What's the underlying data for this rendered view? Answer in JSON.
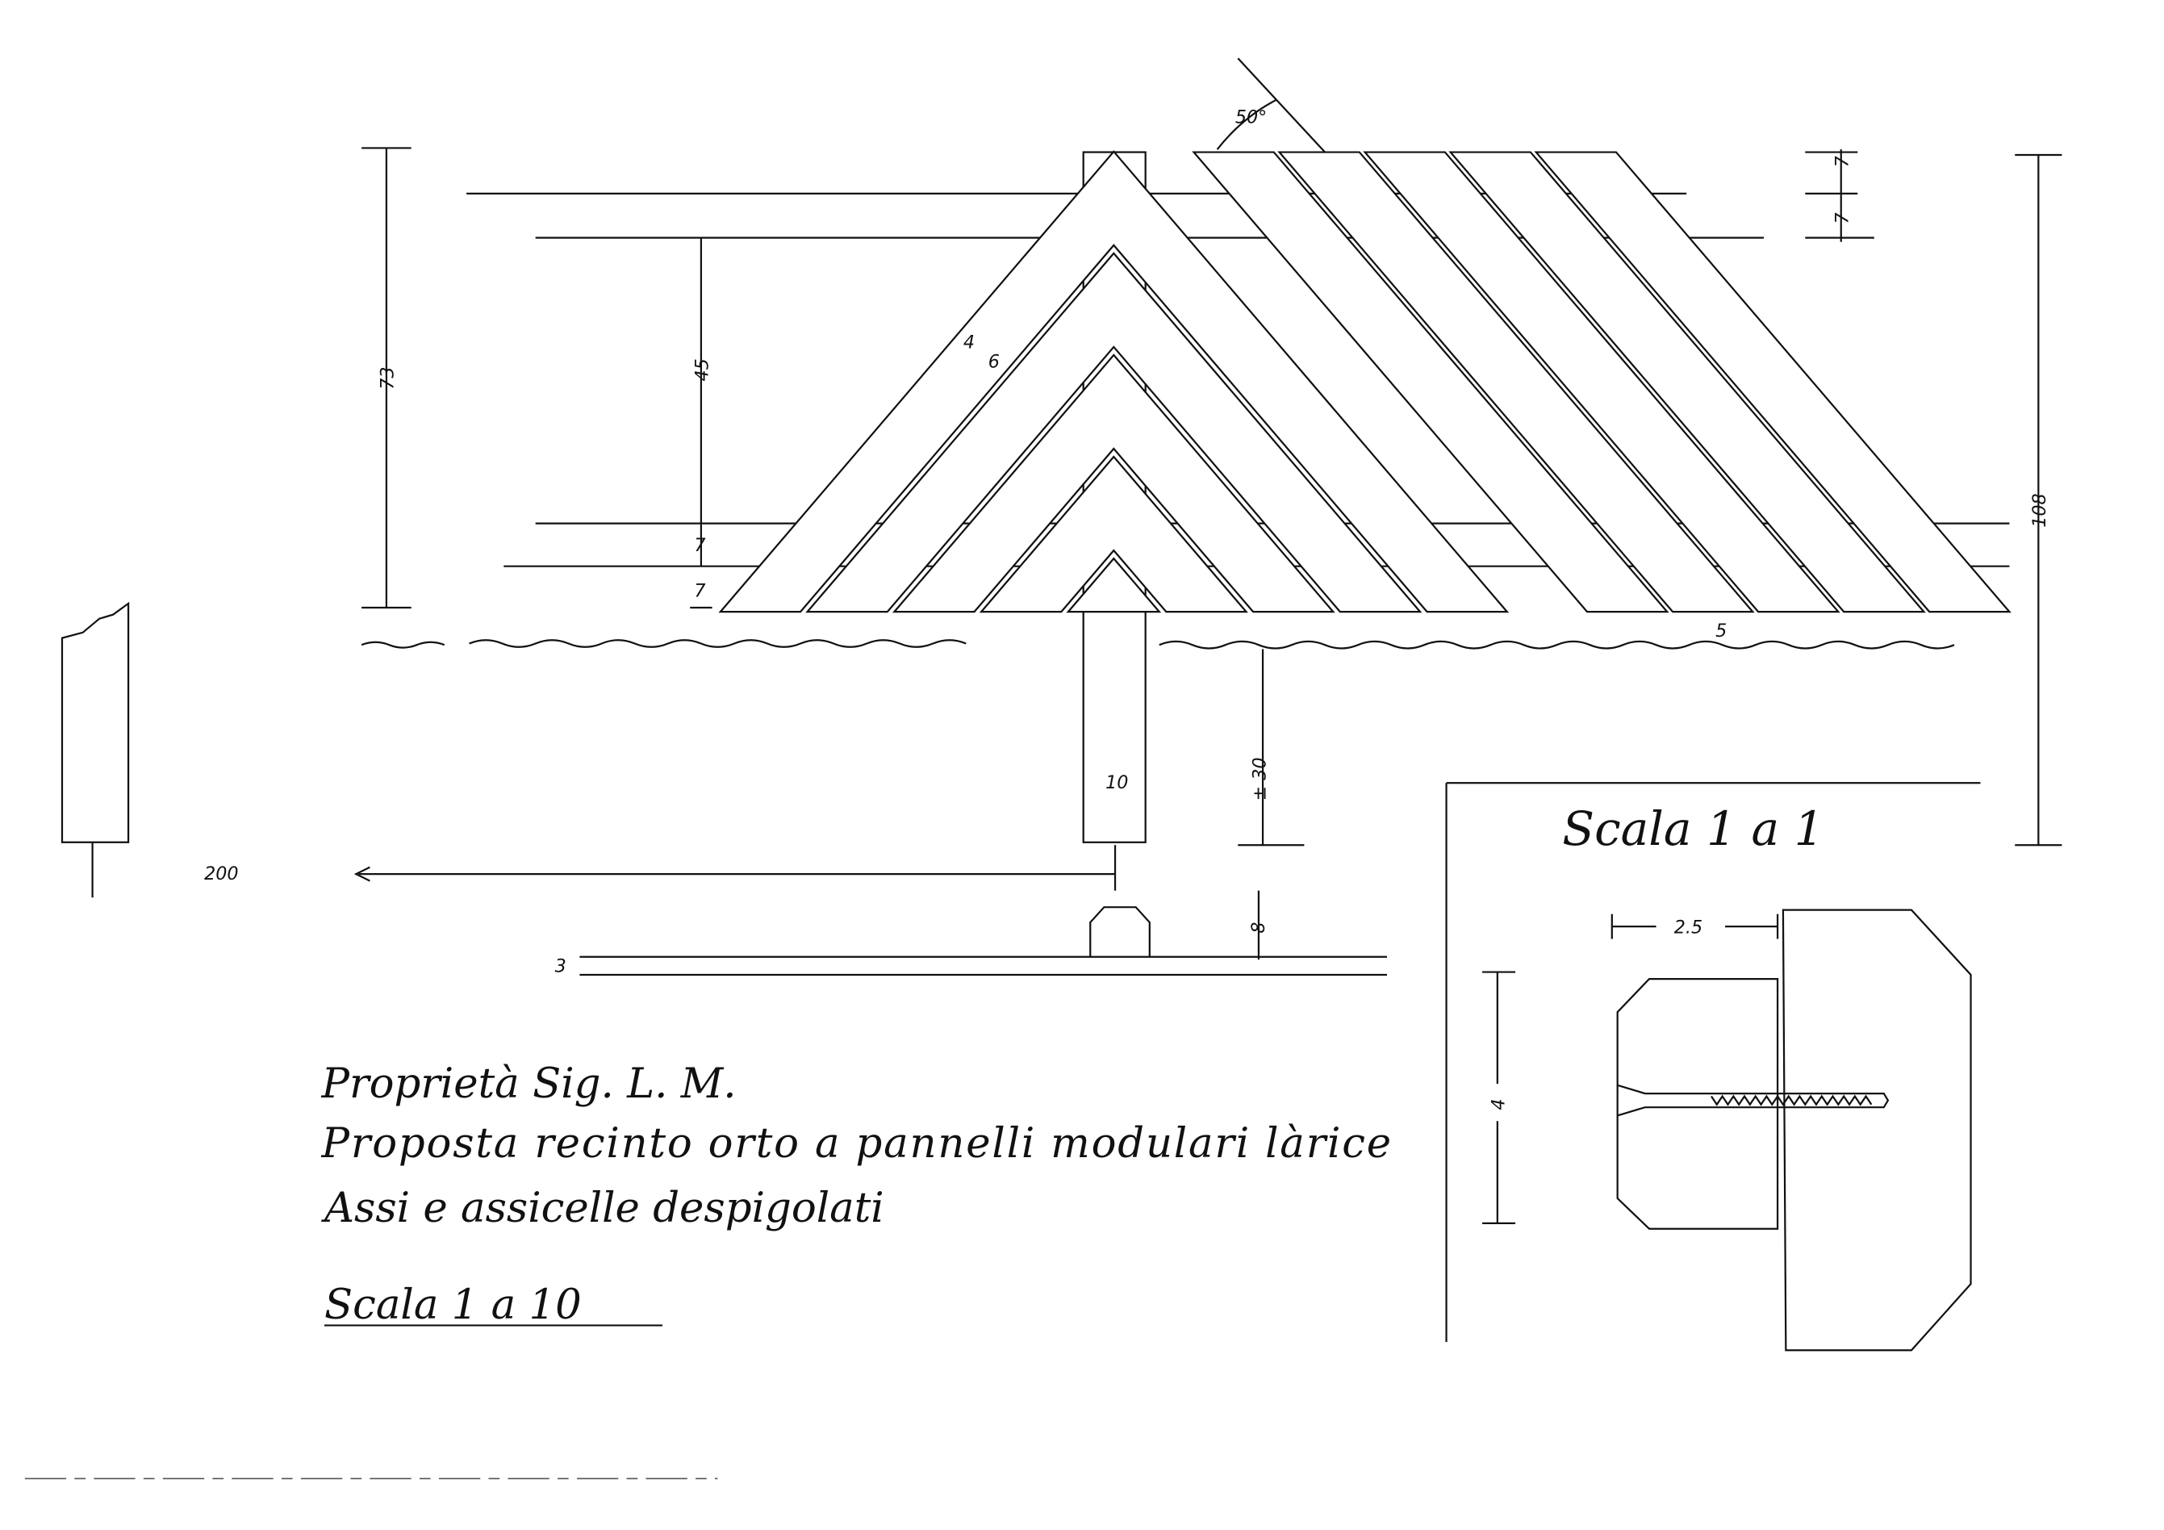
{
  "title_block": {
    "owner": "Proprietà Sig. L. M.",
    "description": "Proposta recinto orto a pannelli modulari làrice",
    "note": "Assi e assicelle despigolati",
    "scale": "Scala 1 a 10"
  },
  "detail": {
    "scale": "Scala 1 a 1",
    "width_label": "2.5",
    "height_label": "4"
  },
  "dimensions": {
    "total_upper": "73",
    "rail_gap": "45",
    "rail_a": "7",
    "rail_b": "7",
    "top_rail_a": "7",
    "top_rail_b": "7",
    "board_gap": "4",
    "board_width": "6",
    "angle": "50°",
    "total_height": "108",
    "ground_gap": "5",
    "post_width": "10",
    "embed_depth": "± 30",
    "post_spacing": "200",
    "profile_height": "8",
    "base_thickness": "3"
  },
  "colors": {
    "ink": "#111111",
    "paper": "#ffffff"
  }
}
